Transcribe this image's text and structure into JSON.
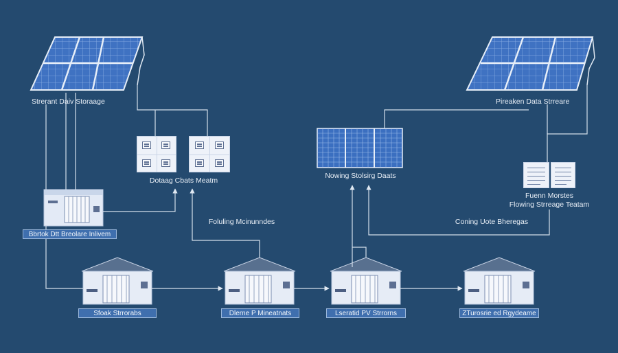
{
  "labels": {
    "top_left": "Strerant Daiv Storaage",
    "top_right": "Pireaken   Data Strreare",
    "thumb_left": "Dotaag Cbats Meatm",
    "mid_panel": "Nowing Stolsirg Daats",
    "right_docs_line1": "Fuenn Morstes",
    "right_docs_line2": "Flowing Strreage Teatam",
    "left_unit": "Bbrtok Dtt Breolare Inlivem",
    "center_text": "Foluling Mcinunndes",
    "right_center_text": "Coning Uote Bheregas",
    "buildings": [
      "Sfoak Strrorabs",
      "Dlerne P Mineatnats",
      "Lseratid PV Strrorns",
      "ZTurosrie ed Rgydeame"
    ]
  },
  "colors": {
    "background": "#244a6f",
    "line": "#d4dfeb",
    "panel": "#3567b4",
    "label_box": "#3f6fae"
  },
  "icons": [
    "solar-panel-icon",
    "document-icon",
    "storage-building-icon",
    "arrow-icon"
  ]
}
